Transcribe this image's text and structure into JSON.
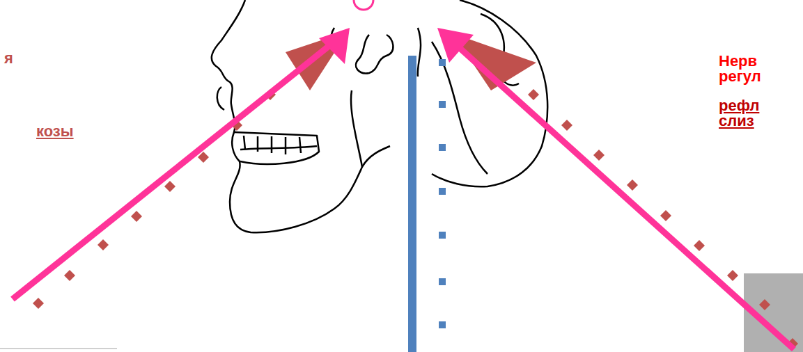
{
  "diagram": {
    "labels": [
      "я",
      "козы",
      "Нерв",
      "регул",
      "рефл",
      "слиз"
    ]
  }
}
